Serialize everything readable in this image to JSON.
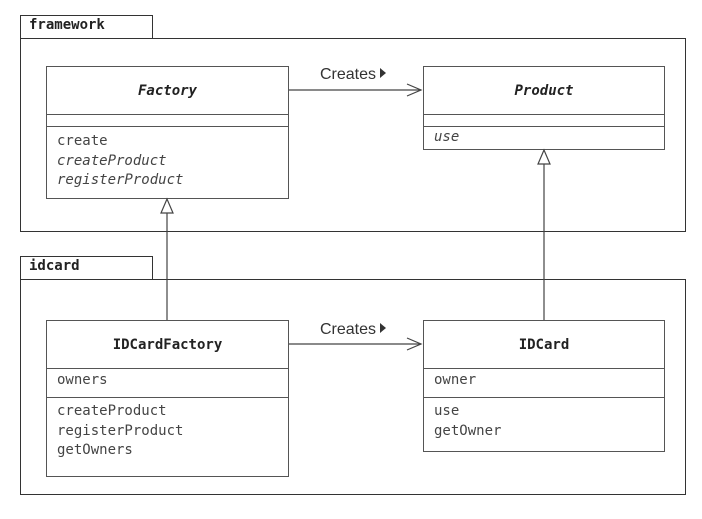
{
  "packages": {
    "framework": {
      "name": "framework"
    },
    "idcard": {
      "name": "idcard"
    }
  },
  "classes": {
    "factory": {
      "name": "Factory",
      "operations": [
        "create",
        "createProduct",
        "registerProduct"
      ]
    },
    "product": {
      "name": "Product",
      "operations": [
        "use"
      ]
    },
    "idcard_factory": {
      "name": "IDCardFactory",
      "attributes": [
        "owners"
      ],
      "operations": [
        "createProduct",
        "registerProduct",
        "getOwners"
      ]
    },
    "idcard": {
      "name": "IDCard",
      "attributes": [
        "owner"
      ],
      "operations": [
        "use",
        "getOwner"
      ]
    }
  },
  "relations": {
    "creates_top": "Creates",
    "creates_bottom": "Creates"
  }
}
